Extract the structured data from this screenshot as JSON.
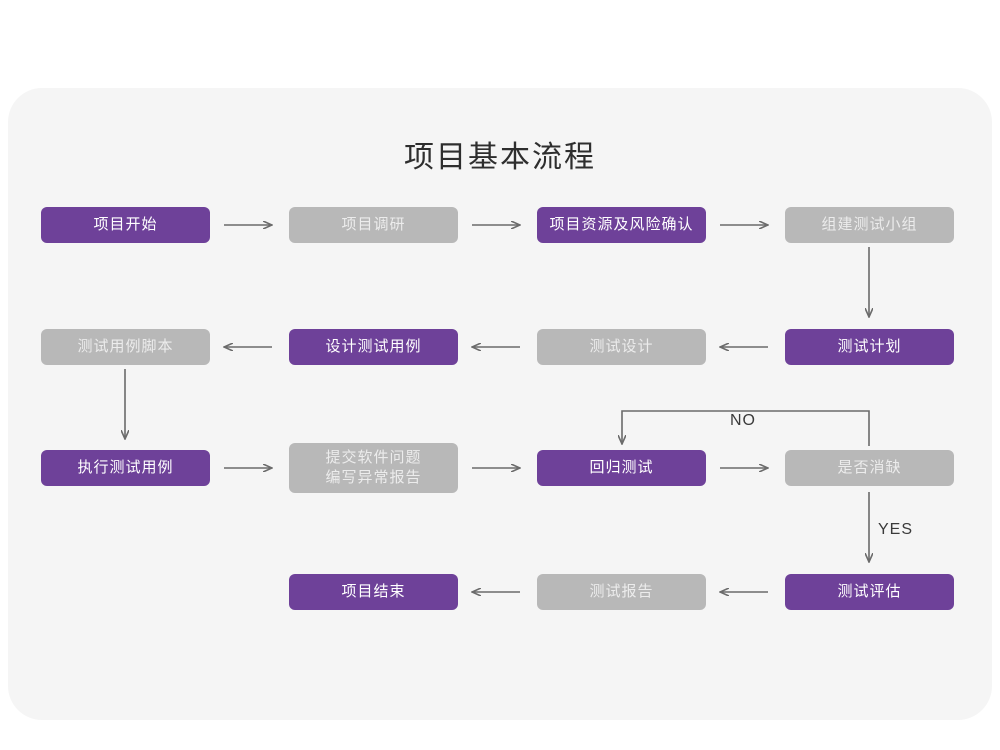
{
  "page": {
    "title": "项目基本流程",
    "background_color": "#ffffff",
    "card_color": "#f5f5f5"
  },
  "palette": {
    "purple": "#6e4199",
    "purple_text": "#ffffff",
    "gray": "#b8b8b8",
    "gray_text": "#ececec",
    "arrow": "#6b6b6b",
    "title_text": "#2e2e2e"
  },
  "chart_data": {
    "type": "diagram",
    "title": "项目基本流程",
    "nodes": [
      {
        "id": "n1",
        "label": "项目开始",
        "style": "purple",
        "row": 1,
        "col": 1
      },
      {
        "id": "n2",
        "label": "项目调研",
        "style": "gray",
        "row": 1,
        "col": 2
      },
      {
        "id": "n3",
        "label": "项目资源及风险确认",
        "style": "purple",
        "row": 1,
        "col": 3
      },
      {
        "id": "n4",
        "label": "组建测试小组",
        "style": "gray",
        "row": 1,
        "col": 4
      },
      {
        "id": "n5",
        "label": "测试用例脚本",
        "style": "gray",
        "row": 2,
        "col": 1
      },
      {
        "id": "n6",
        "label": "设计测试用例",
        "style": "purple",
        "row": 2,
        "col": 2
      },
      {
        "id": "n7",
        "label": "测试设计",
        "style": "gray",
        "row": 2,
        "col": 3
      },
      {
        "id": "n8",
        "label": "测试计划",
        "style": "purple",
        "row": 2,
        "col": 4
      },
      {
        "id": "n9",
        "label": "执行测试用例",
        "style": "purple",
        "row": 3,
        "col": 1
      },
      {
        "id": "n10",
        "label": "提交软件问题\n编写异常报告",
        "style": "gray",
        "row": 3,
        "col": 2
      },
      {
        "id": "n11",
        "label": "回归测试",
        "style": "purple",
        "row": 3,
        "col": 3
      },
      {
        "id": "n12",
        "label": "是否消缺",
        "style": "gray",
        "row": 3,
        "col": 4
      },
      {
        "id": "n13",
        "label": "项目结束",
        "style": "purple",
        "row": 4,
        "col": 2
      },
      {
        "id": "n14",
        "label": "测试报告",
        "style": "gray",
        "row": 4,
        "col": 3
      },
      {
        "id": "n15",
        "label": "测试评估",
        "style": "purple",
        "row": 4,
        "col": 4
      }
    ],
    "edges": [
      {
        "from": "n1",
        "to": "n2",
        "label": "",
        "direction": "right"
      },
      {
        "from": "n2",
        "to": "n3",
        "label": "",
        "direction": "right"
      },
      {
        "from": "n3",
        "to": "n4",
        "label": "",
        "direction": "right"
      },
      {
        "from": "n4",
        "to": "n8",
        "label": "",
        "direction": "down"
      },
      {
        "from": "n8",
        "to": "n7",
        "label": "",
        "direction": "left"
      },
      {
        "from": "n7",
        "to": "n6",
        "label": "",
        "direction": "left"
      },
      {
        "from": "n6",
        "to": "n5",
        "label": "",
        "direction": "left"
      },
      {
        "from": "n5",
        "to": "n9",
        "label": "",
        "direction": "down"
      },
      {
        "from": "n9",
        "to": "n10",
        "label": "",
        "direction": "right"
      },
      {
        "from": "n10",
        "to": "n11",
        "label": "",
        "direction": "right"
      },
      {
        "from": "n11",
        "to": "n12",
        "label": "",
        "direction": "right"
      },
      {
        "from": "n12",
        "to": "n11",
        "label": "NO",
        "direction": "loop-up-left"
      },
      {
        "from": "n12",
        "to": "n15",
        "label": "YES",
        "direction": "down"
      },
      {
        "from": "n15",
        "to": "n14",
        "label": "",
        "direction": "left"
      },
      {
        "from": "n14",
        "to": "n13",
        "label": "",
        "direction": "left"
      }
    ],
    "edge_labels": {
      "no": "NO",
      "yes": "YES"
    }
  }
}
